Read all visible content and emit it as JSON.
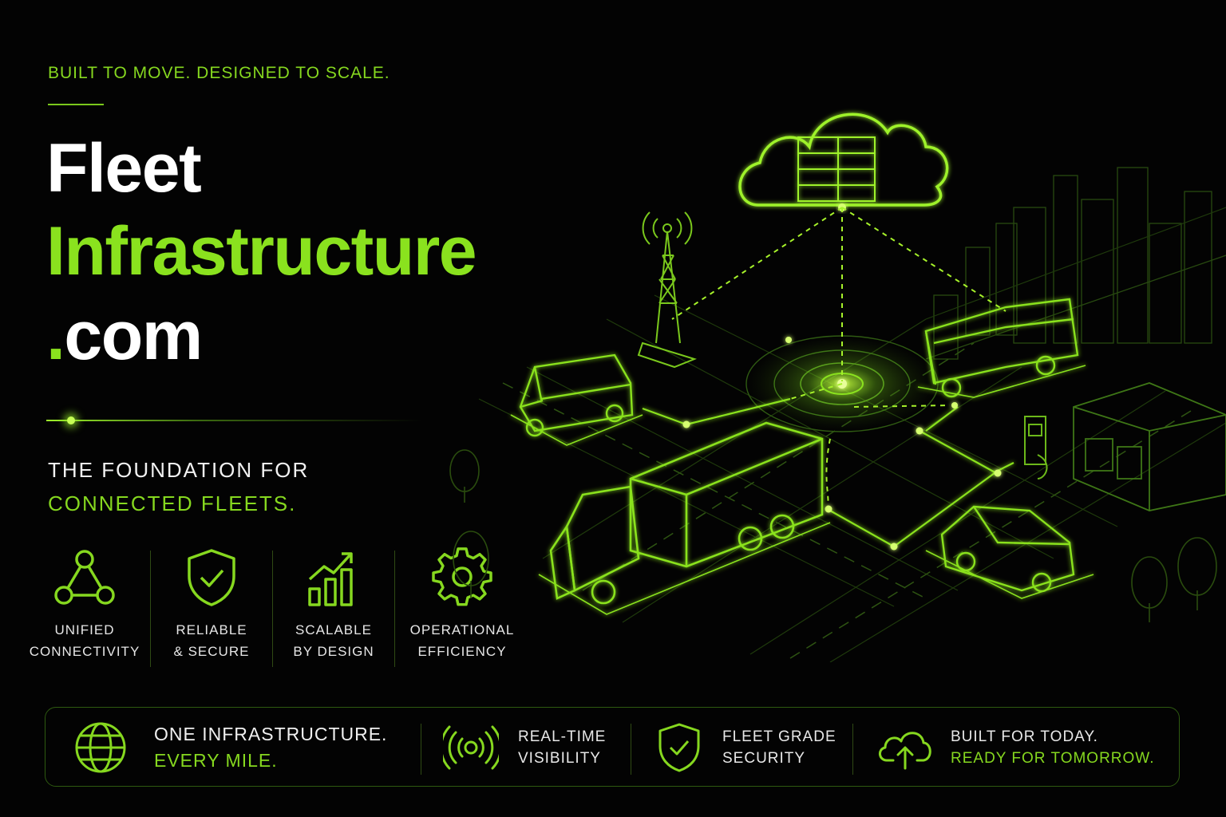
{
  "tagline": "BUILT TO MOVE. DESIGNED TO SCALE.",
  "brand": {
    "line1": "Fleet",
    "line2": "Infrastructure",
    "line3_dot": ".",
    "line3_text": "com"
  },
  "foundation": {
    "line1": "THE FOUNDATION FOR",
    "line2": "CONNECTED FLEETS."
  },
  "features": [
    {
      "icon": "network-nodes-icon",
      "line1": "UNIFIED",
      "line2": "CONNECTIVITY"
    },
    {
      "icon": "shield-check-icon",
      "line1": "RELIABLE",
      "line2": "& SECURE"
    },
    {
      "icon": "growth-chart-icon",
      "line1": "SCALABLE",
      "line2": "BY DESIGN"
    },
    {
      "icon": "gear-icon",
      "line1": "OPERATIONAL",
      "line2": "EFFICIENCY"
    }
  ],
  "bottom_bar": [
    {
      "icon": "globe-icon",
      "line1": "ONE INFRASTRUCTURE.",
      "line2": "EVERY MILE."
    },
    {
      "icon": "signal-broadcast-icon",
      "line1": "REAL-TIME",
      "line2": "VISIBILITY"
    },
    {
      "icon": "shield-check-icon",
      "line1": "FLEET GRADE",
      "line2": "SECURITY"
    },
    {
      "icon": "cloud-upload-icon",
      "line1": "BUILT FOR TODAY.",
      "line2": "READY FOR TOMORROW."
    }
  ],
  "colors": {
    "background": "#030303",
    "accent": "#86d81f",
    "accent_bright": "#b8ff3a",
    "text": "#ffffff"
  }
}
